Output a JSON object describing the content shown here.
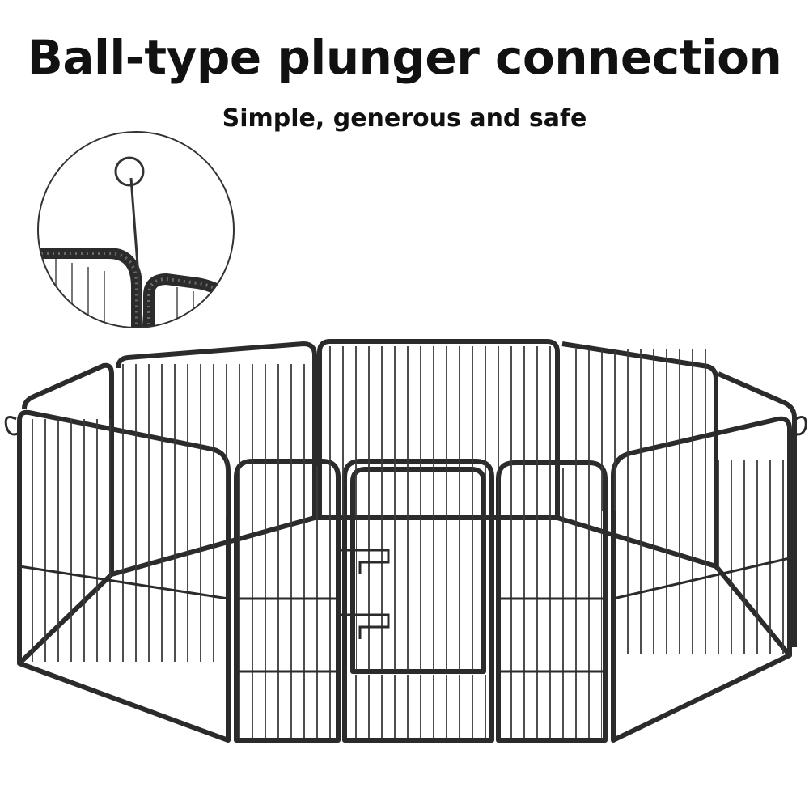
{
  "header": {
    "title": "Ball-type plunger connection",
    "subtitle": "Simple, generous and safe"
  },
  "colors": {
    "background": "#ffffff",
    "text": "#111111",
    "frame": "#2b2b2b",
    "wire": "#3a3a3a"
  },
  "images": {
    "detail": "ball-plunger-closeup",
    "main": "octagonal-metal-playpen-with-door"
  }
}
